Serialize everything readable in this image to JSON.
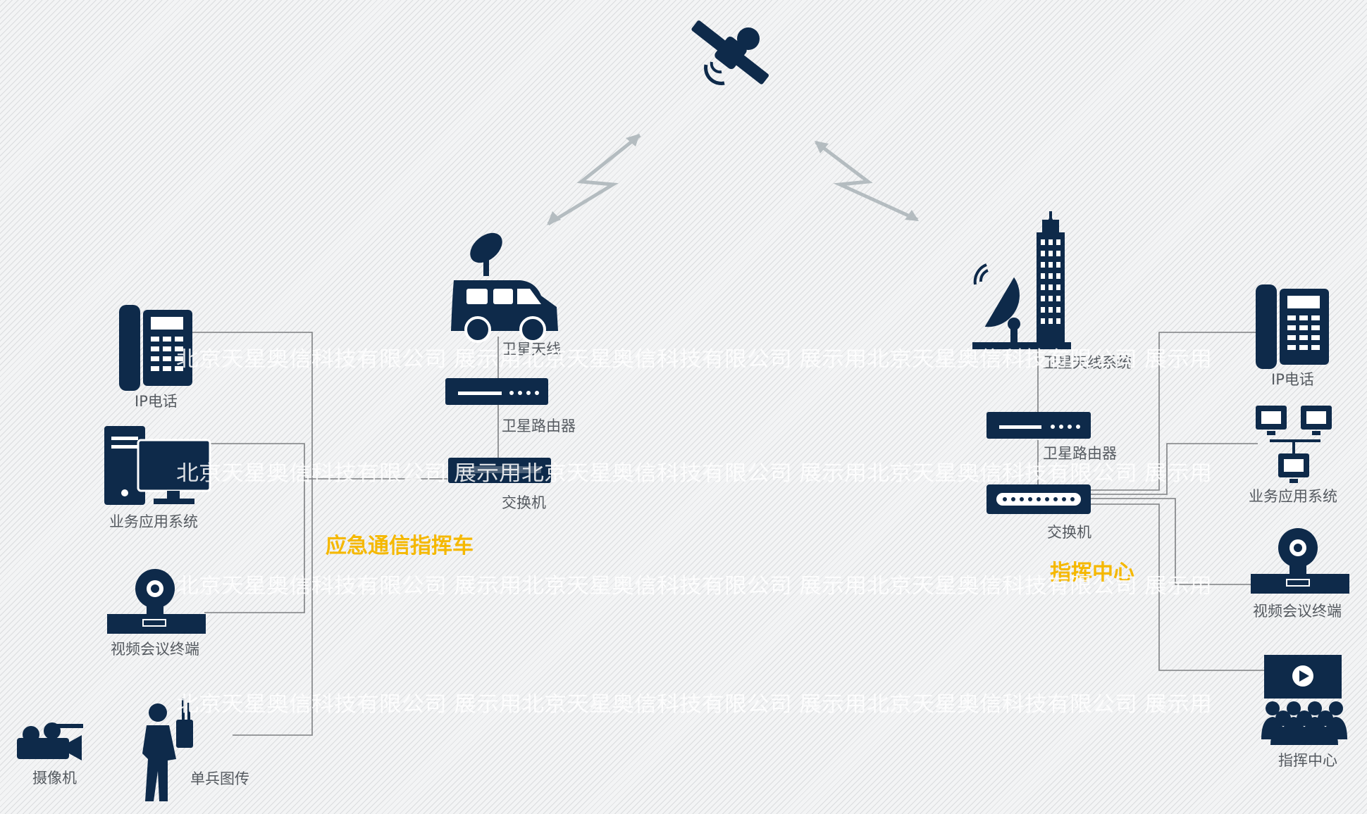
{
  "left_station": {
    "title": "应急通信指挥车",
    "devices": {
      "ip_phone": "IP电话",
      "business_system": "业务应用系统",
      "video_terminal": "视频会议终端",
      "camera": "摄像机",
      "soldier_transmission": "单兵图传"
    },
    "vehicle_chain": {
      "antenna": "卫星天线",
      "router": "卫星路由器",
      "switch": "交换机"
    }
  },
  "right_station": {
    "title": "指挥中心",
    "center_chain": {
      "antenna_system": "卫星天线系统",
      "router": "卫星路由器",
      "switch": "交换机"
    },
    "devices": {
      "ip_phone": "IP电话",
      "business_system": "业务应用系统",
      "video_terminal": "视频会议终端",
      "command_center": "指挥中心"
    }
  },
  "watermark": {
    "line1": "北京天星奥信科技有限公司 展示用北京天星奥信科技有限公司 展示用北京天星奥信科技有限公司 展示用",
    "line2": "北京天星奥信科技有限公司 展示用北京天星奥信科技有限公司 展示用北京天星奥信科技有限公司 展示用",
    "line3": "北京天星奥信科技有限公司 展示用北京天星奥信科技有限公司 展示用北京天星奥信科技有限公司 展示用",
    "line4": "北京天星奥信科技有限公司 展示用北京天星奥信科技有限公司 展示用北京天星奥信科技有限公司 展示用"
  },
  "colors": {
    "icon": "#0e2a4a",
    "title_accent": "#f5b800",
    "wire": "#7d7f82",
    "bolt": "#b4bcc0"
  }
}
